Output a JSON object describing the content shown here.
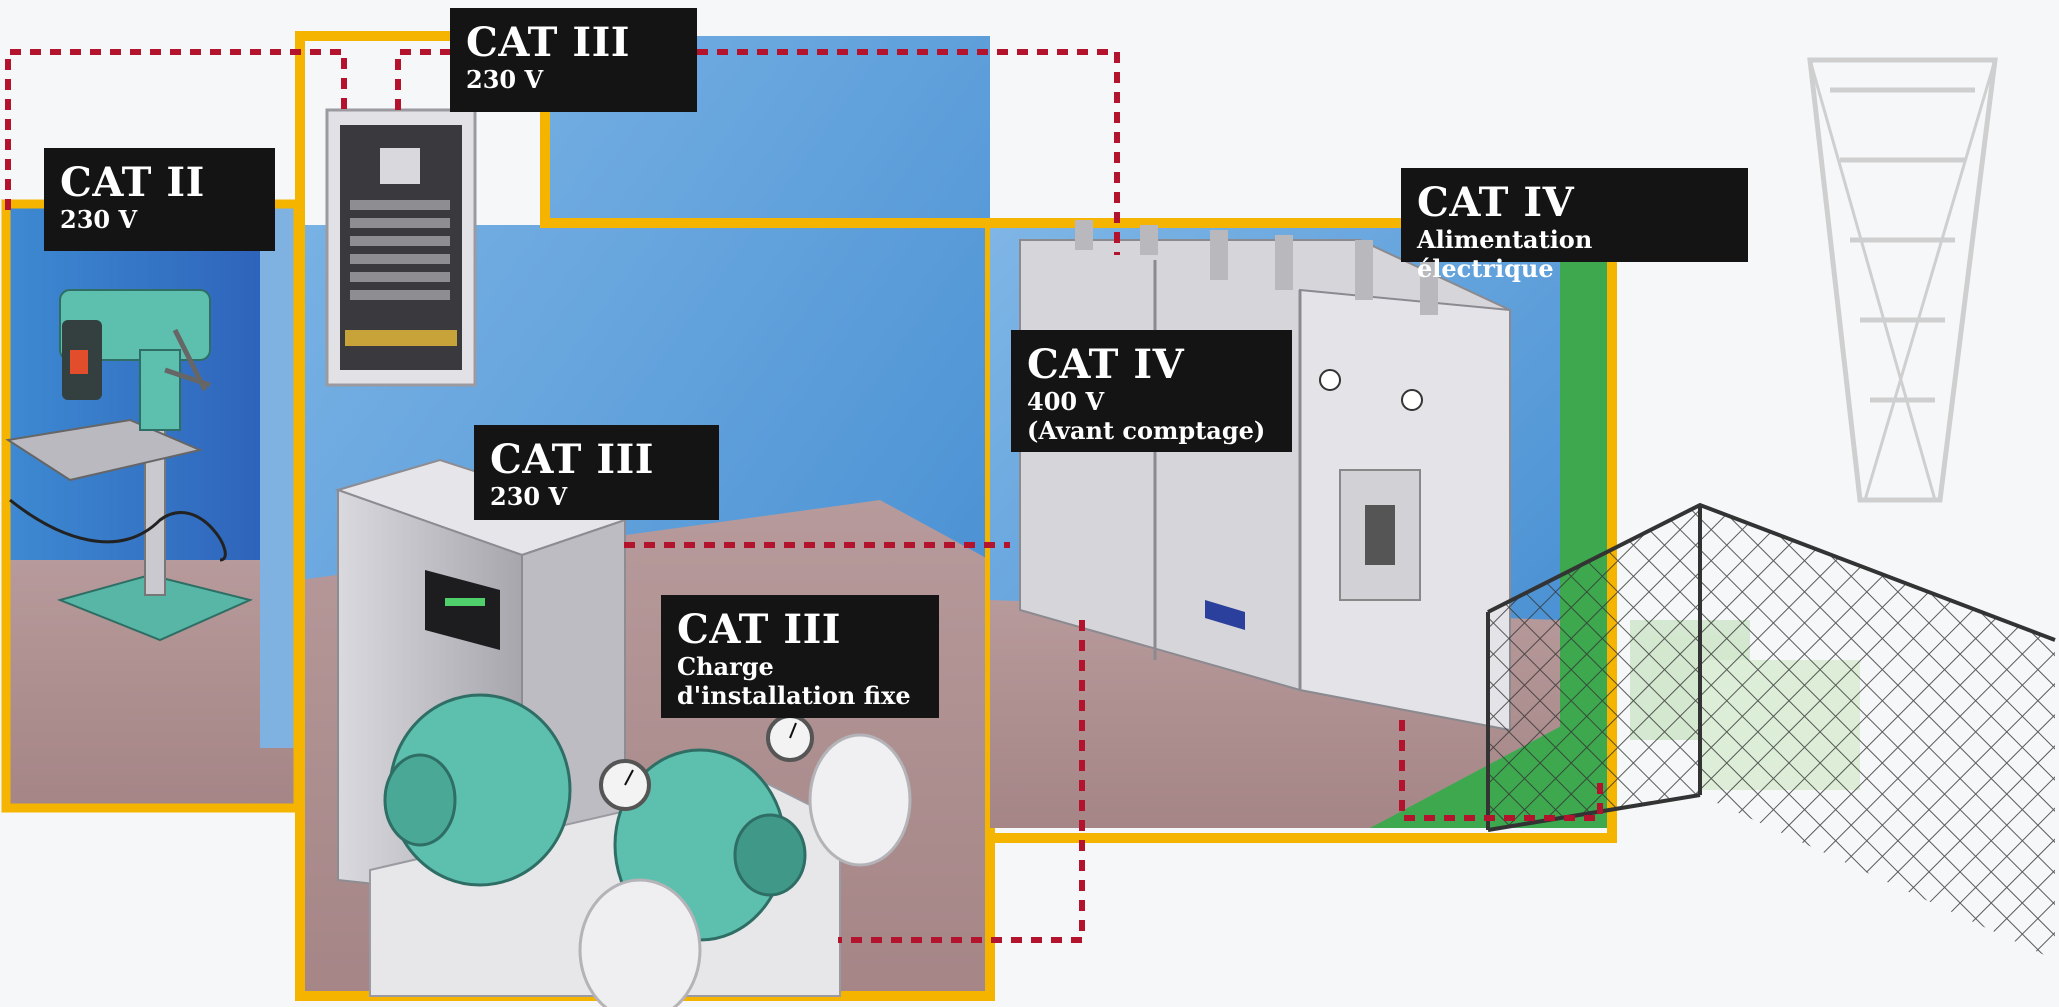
{
  "labels": {
    "cat2_panel": {
      "category": "CAT II",
      "detail": "230 V"
    },
    "cat3_breaker_panel": {
      "category": "CAT III",
      "detail": "230 V"
    },
    "cat3_cabinet": {
      "category": "CAT III",
      "detail": "230 V"
    },
    "cat3_fixed_load": {
      "category": "CAT III",
      "detail_line1": "Charge",
      "detail_line2": "d'installation fixe"
    },
    "cat4_switchgear": {
      "category": "CAT IV",
      "detail_line1": "400 V",
      "detail_line2": "(Avant comptage)"
    },
    "cat4_supply": {
      "category": "CAT IV",
      "detail": "Alimentation électrique"
    }
  },
  "colors": {
    "zone_border": "#f5b400",
    "dashed_connector": "#b3132d",
    "wall_blue": "#4f97d8",
    "floor_mauve": "#ad8f90",
    "equipment_teal": "#5dbfae",
    "label_background": "#141414",
    "label_text": "#ffffff",
    "green_wall": "#3ea84f"
  },
  "icons": [
    "drill-press-icon",
    "breaker-panel-icon",
    "control-cabinet-icon",
    "motor-pump-icon",
    "pressure-gauge-icon",
    "switchgear-icon",
    "electricity-pylon-icon",
    "transformer-icon",
    "fence-icon"
  ]
}
